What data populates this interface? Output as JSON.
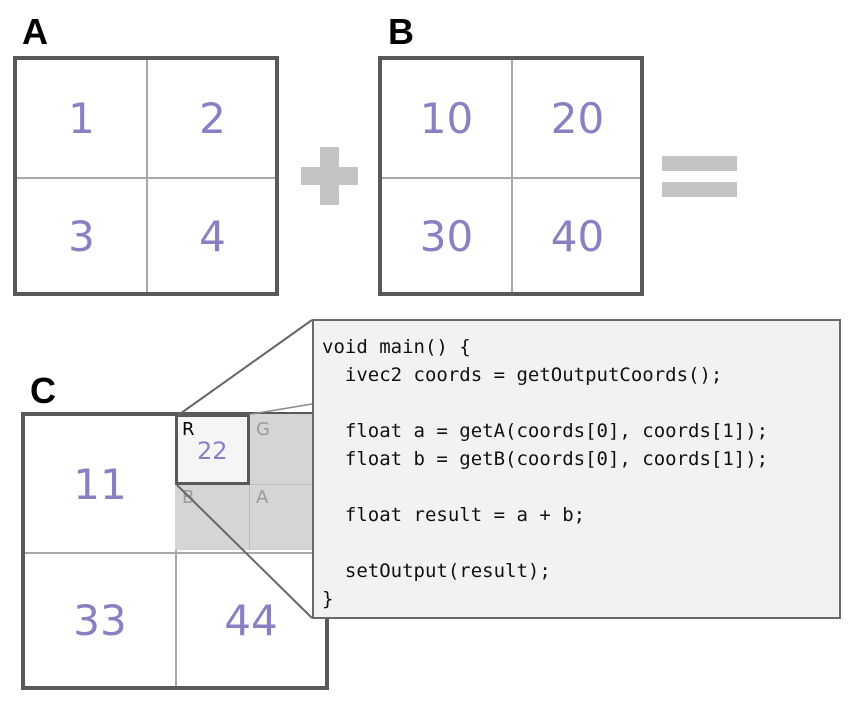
{
  "matrix_a": {
    "label": "A",
    "cells": [
      "1",
      "2",
      "3",
      "4"
    ]
  },
  "matrix_b": {
    "label": "B",
    "cells": [
      "10",
      "20",
      "30",
      "40"
    ]
  },
  "matrix_c": {
    "label": "C",
    "cells": [
      "11",
      "22",
      "33",
      "44"
    ]
  },
  "texel_channels": [
    "R",
    "G",
    "B",
    "A"
  ],
  "shader_code": "void main() {\n  ivec2 coords = getOutputCoords();\n\n  float a = getA(coords[0], coords[1]);\n  float b = getB(coords[0], coords[1]);\n\n  float result = a + b;\n\n  setOutput(result);\n}",
  "colors": {
    "value": "#8b7fc4",
    "border": "#595959",
    "operator": "#c4c4c4",
    "code_bg": "#f2f2f2"
  }
}
